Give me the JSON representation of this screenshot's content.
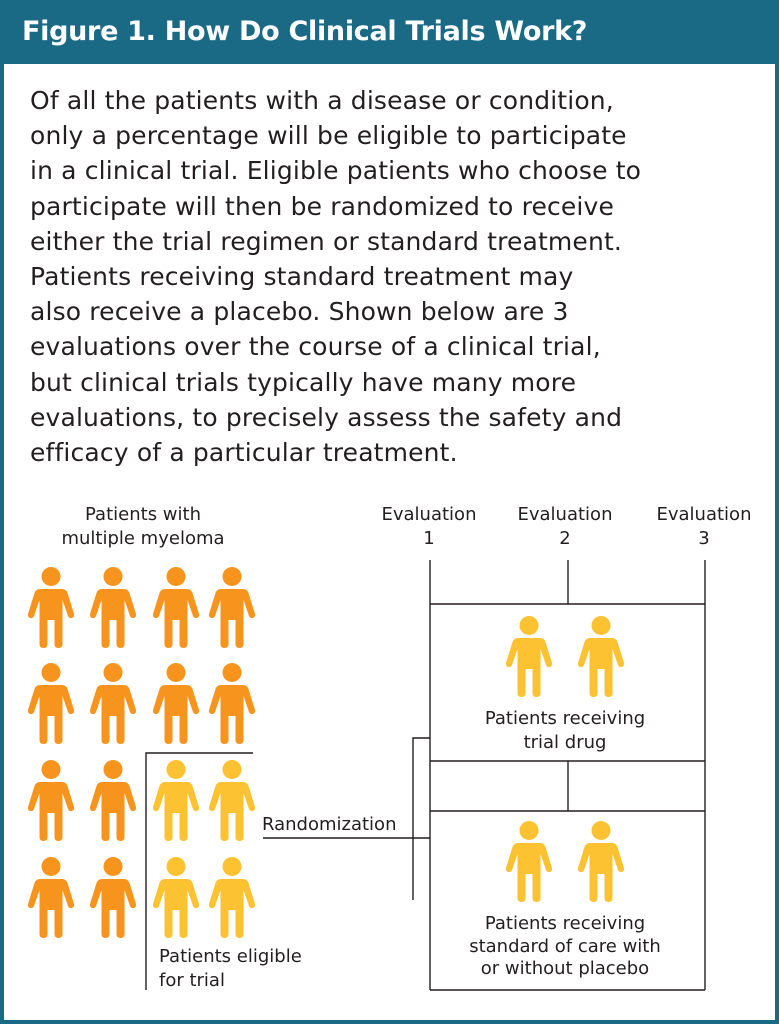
{
  "figure": {
    "title": "Figure 1. How Do Clinical Trials Work?",
    "intro_lines": [
      "Of all the patients with a disease or condition,",
      "only a percentage will be eligible to participate",
      "in a clinical trial. Eligible patients who choose to",
      "participate will then be randomized to receive",
      "either the trial regimen or standard treatment.",
      "Patients receiving standard treatment may",
      "also receive a placebo. Shown below are 3",
      "evaluations over the course of a clinical trial,",
      "but clinical trials typically have many more",
      "evaluations, to precisely assess the safety and",
      "efficacy of a particular treatment."
    ]
  },
  "diagram": {
    "population_label_lines": [
      "Patients with",
      "multiple myeloma"
    ],
    "eligible_label_lines": [
      "Patients eligible",
      "for trial"
    ],
    "randomization_label": "Randomization",
    "evaluations": [
      {
        "line1": "Evaluation",
        "line2": "1"
      },
      {
        "line1": "Evaluation",
        "line2": "2"
      },
      {
        "line1": "Evaluation",
        "line2": "3"
      }
    ],
    "trial_group_label_lines": [
      "Patients receiving",
      "trial drug"
    ],
    "standard_group_label_lines": [
      "Patients receiving",
      "standard of care with",
      "or without placebo"
    ],
    "counts": {
      "total_patients": 16,
      "eligible_patients": 4,
      "trial_drug_group": 2,
      "standard_group": 2
    }
  },
  "colors": {
    "header_bg": "#1a6a86",
    "header_text": "#ffffff",
    "body_text": "#231f20",
    "patient_orange": "#f7941d",
    "patient_yellow": "#fdc232",
    "line": "#231f20"
  },
  "icons": {
    "patient": "person-icon"
  }
}
